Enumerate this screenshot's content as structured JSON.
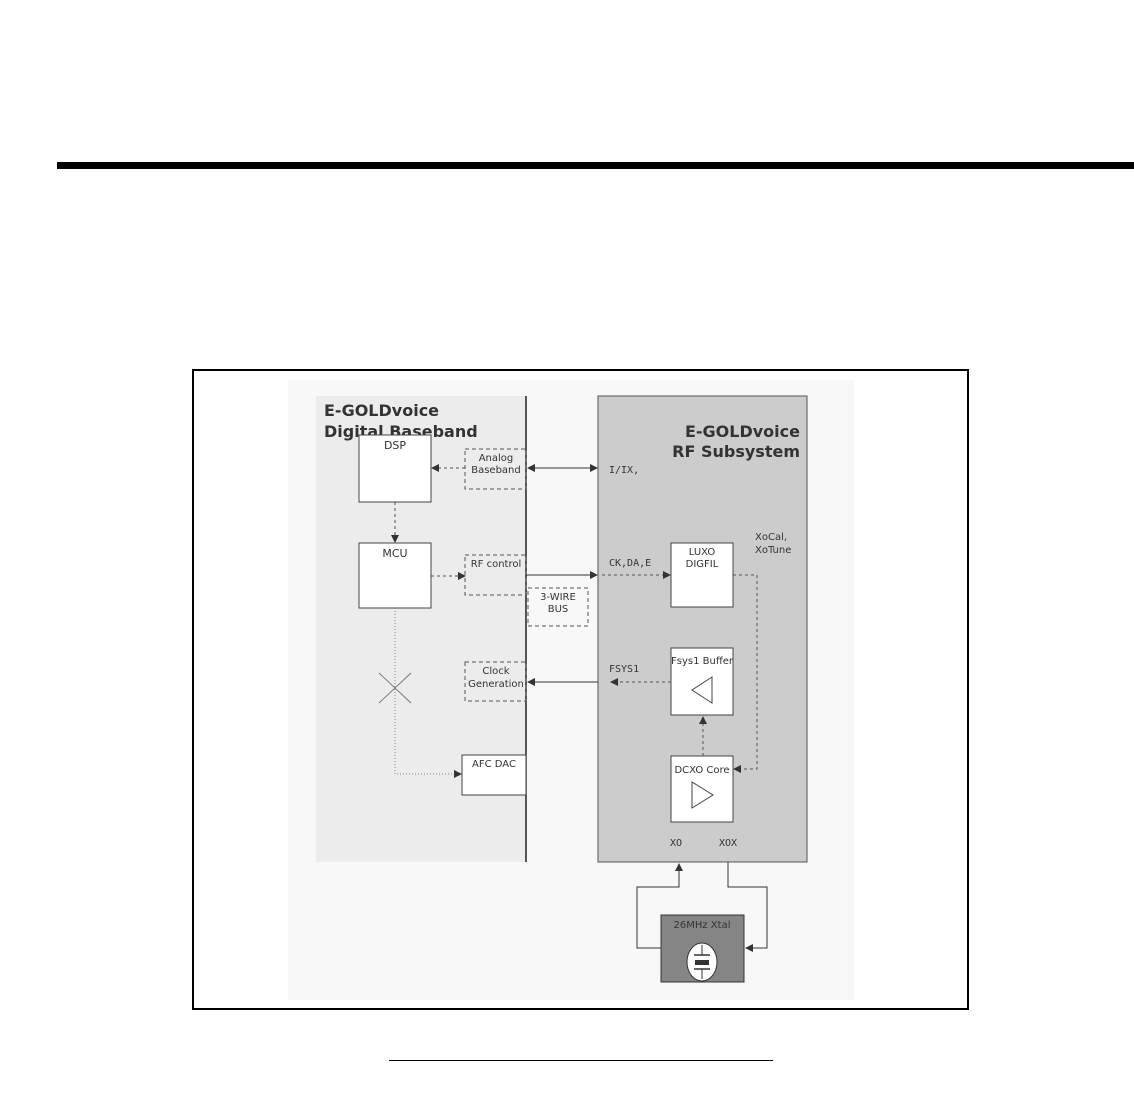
{
  "baseband": {
    "title_line1": "E-GOLDvoice",
    "title_line2": "Digital Baseband"
  },
  "rf": {
    "title_line1": "E-GOLDvoice",
    "title_line2": "RF Subsystem"
  },
  "blocks": {
    "dsp": "DSP",
    "mcu": "MCU",
    "analog_baseband_1": "Analog",
    "analog_baseband_2": "Baseband",
    "rf_control": "RF control",
    "three_wire_1": "3-WIRE",
    "three_wire_2": "BUS",
    "clock_gen_1": "Clock",
    "clock_gen_2": "Generation",
    "afc_dac": "AFC DAC",
    "luxo_1": "LUXO",
    "luxo_2": "DIGFIL",
    "fsys_buffer": "Fsys1 Buffer",
    "dcxo_core": "DCXO Core",
    "xtal": "26MHz Xtal"
  },
  "signals": {
    "i_ix": "I/IX,",
    "ck_da_e": "CK,DA,E",
    "fsys1": "FSYS1",
    "xocal": "XoCal,",
    "xotune": "XoTune",
    "xo": "XO",
    "xox": "XOX"
  },
  "colors": {
    "baseband_bg": "#ececec",
    "rf_bg": "#cccccc",
    "xtal_bg": "#858585",
    "line": "#555555"
  }
}
